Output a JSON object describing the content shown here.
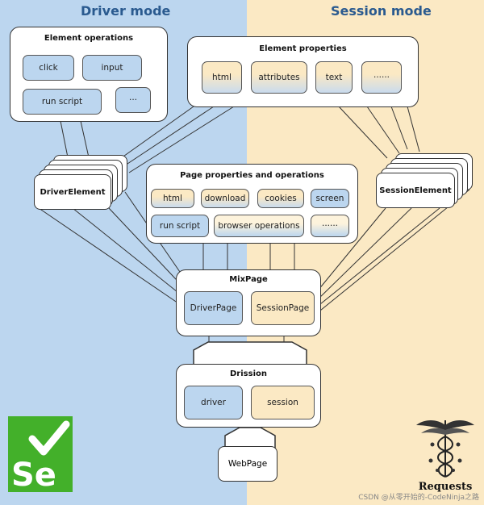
{
  "modes": {
    "driver": "Driver mode",
    "session": "Session mode"
  },
  "element_operations": {
    "title": "Element operations",
    "items": [
      "click",
      "input",
      "run script",
      "···"
    ]
  },
  "element_properties": {
    "title": "Element properties",
    "items": [
      "html",
      "attributes",
      "text",
      "······"
    ]
  },
  "driver_element": {
    "label": "DriverElement"
  },
  "session_element": {
    "label": "SessionElement"
  },
  "page_props": {
    "title": "Page properties and operations",
    "row1": [
      "html",
      "download",
      "cookies",
      "screen"
    ],
    "row2": [
      "run script",
      "browser operations",
      "······"
    ]
  },
  "mixpage": {
    "title": "MixPage",
    "driver_page": "DriverPage",
    "session_page": "SessionPage"
  },
  "drission": {
    "title": "Drission",
    "driver": "driver",
    "session": "session"
  },
  "webpage": {
    "label": "WebPage"
  },
  "logos": {
    "selenium": "Se",
    "requests": "Requests"
  },
  "watermark": "CSDN @从零开始的-CodeNinja之路",
  "colors": {
    "driver_bg": "#bcd6ef",
    "session_bg": "#fbe9c4",
    "title": "#2a5a8f",
    "selenium_green": "#43b02a"
  }
}
